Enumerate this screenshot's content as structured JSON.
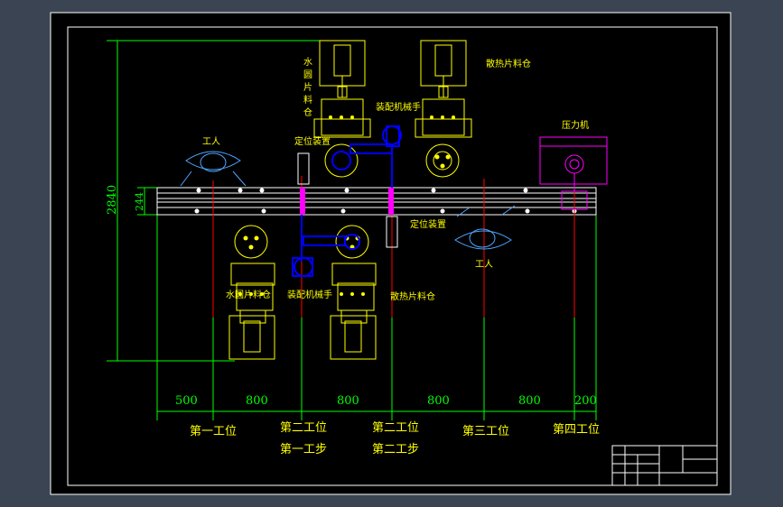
{
  "colors": {
    "background": "#3a4452",
    "sheet": "#000000",
    "frame": "#ffffff",
    "conveyor": "#ffffff",
    "dimension": "#00ff00",
    "station_line": "#ff0000",
    "feeder": "#ffff00",
    "manipulator": "#0000ff",
    "fixture": "#ff00ff",
    "operator": "#4da6ff",
    "press": "#ff00ff",
    "label": "#ffff00"
  },
  "labels": {
    "water_bowl_magazine": "水\n圆\n片\n料\n仓",
    "heatsink_magazine_top": "散热片料仓",
    "assembly_manipulator_top": "装配机械手",
    "fixture_top": "定位装置",
    "worker_top": "工人",
    "press": "压力机",
    "water_bowl_magazine_bottom": "水圆片料仓",
    "assembly_manipulator_bottom": "装配机械手",
    "heatsink_magazine_bottom": "散热片料仓",
    "fixture_bottom": "定位装置",
    "worker_bottom": "工人"
  },
  "dimensions": {
    "total_height": "2840",
    "conveyor_width": "244",
    "spacings": [
      "500",
      "800",
      "800",
      "800",
      "800",
      "200"
    ]
  },
  "stations": [
    {
      "line1": "第一工位",
      "line2": ""
    },
    {
      "line1": "第二工位",
      "line2": "第一工步"
    },
    {
      "line1": "第二工位",
      "line2": "第二工步"
    },
    {
      "line1": "第三工位",
      "line2": ""
    },
    {
      "line1": "第四工位",
      "line2": ""
    }
  ],
  "title_block": {
    "title": "",
    "drawing_name": ""
  }
}
